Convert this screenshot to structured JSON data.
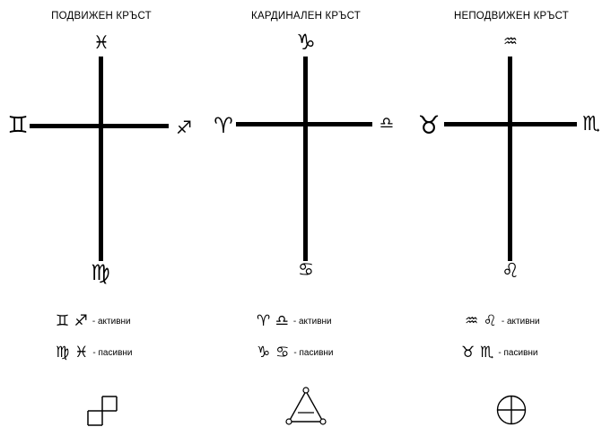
{
  "crosses": [
    {
      "title": "ПОДВИЖЕН КРЪСТ",
      "top_sign": "♓",
      "left_sign": "♊",
      "right_sign": "♐",
      "bottom_sign": "♍",
      "active_signs": "♊ ♐",
      "active_label": "- активни",
      "passive_signs": "♍ ♓",
      "passive_label": "- пасивни",
      "glyph": "swastika-icon"
    },
    {
      "title": "КАРДИНАЛЕН КРЪСТ",
      "top_sign": "♑",
      "left_sign": "♈",
      "right_sign": "♎",
      "bottom_sign": "♋",
      "active_signs": "♈ ♎",
      "active_label": "- активни",
      "passive_signs": "♑ ♋",
      "passive_label": "- пасивни",
      "glyph": "triangle-icon"
    },
    {
      "title": "НЕПОДВИЖЕН КРЪСТ",
      "top_sign": "♒",
      "left_sign": "♉",
      "right_sign": "♏",
      "bottom_sign": "♌",
      "active_signs": "♒ ♌",
      "active_label": "- активни",
      "passive_signs": "♉ ♏",
      "passive_label": "- пасивни",
      "glyph": "circled-cross-icon"
    }
  ]
}
